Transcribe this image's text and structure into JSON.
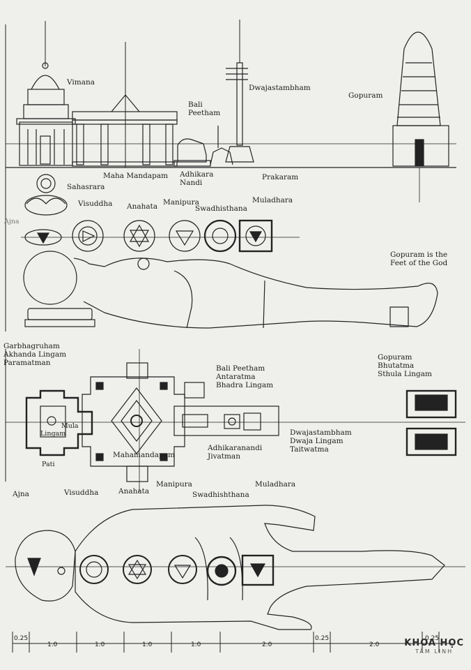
{
  "elevation": {
    "vimana": "Vimana",
    "dwajastambham": "Dwajastambham",
    "gopuram": "Gopuram",
    "bali_peetham": [
      "Bali",
      "Peetham"
    ],
    "maha_mandapam": "Maha Mandapam",
    "adhikara_nandi": [
      "Adhikara",
      "Nandi"
    ],
    "prakaram": "Prakaram"
  },
  "chakras_top": {
    "sahasrara": "Sahasrara",
    "ajna": "Ajna",
    "visuddha": "Visuddha",
    "anahata": "Anahata",
    "manipura": "Manipura",
    "swadhisthana": "Swadhisthana",
    "muladhara": "Muladhara",
    "gopuram_note": [
      "Gopuram is the",
      "Feet of the God"
    ]
  },
  "plan": {
    "garbhagruham": [
      "Garbhagruham",
      "Akhanda Lingam",
      "Paramatman"
    ],
    "mula": "Mula",
    "lingam": "Lingam",
    "pati": "Pati",
    "mahamandapam": "Mahamandapam",
    "bali_peetham": [
      "Bali Peetham",
      "Antaratma",
      "Bhadra Lingam"
    ],
    "gopuram": [
      "Gopuram",
      "Bhutatma",
      "Sthula Lingam"
    ],
    "adhikaranandi": [
      "Adhikaranandi",
      "Jivatman"
    ],
    "dwajastambham": [
      "Dwajastambham",
      "Dwaja Lingam",
      "Taitwatma"
    ]
  },
  "chakras_bottom": {
    "ajna": "Ajna",
    "visuddha": "Visuddha",
    "anahata": "Anahata",
    "manipura": "Manipura",
    "muladhara": "Muladhara",
    "swadhishthana": "Swadhishthana"
  },
  "scale": [
    "0.25",
    "1.0",
    "1.0",
    "1.0",
    "1.0",
    "2.0",
    "0.25",
    "2.0",
    "0.25"
  ],
  "watermark": {
    "line1": "KHOA HỌC",
    "line2": "TÂM LINH"
  }
}
